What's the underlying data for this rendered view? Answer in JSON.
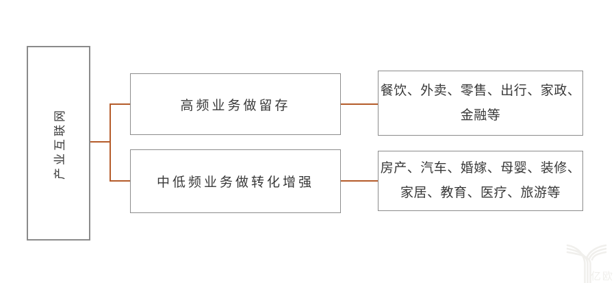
{
  "colors": {
    "background": "#ffffff",
    "border": "#8a8a8a",
    "text": "#383838",
    "connector": "#b45a28",
    "watermark": "#f0efec"
  },
  "diagram": {
    "root_label": "产业互联网",
    "branches": [
      {
        "label": "高频业务做留存",
        "detail": "餐饮、外卖、零售、出行、家政、金融等",
        "detail_lines": [
          "餐饮、外卖、零售、出行、家政、",
          "金融等"
        ]
      },
      {
        "label": "中低频业务做转化增强",
        "detail": "房产、汽车、婚嫁、母婴、装修、家居、教育、医疗、旅游等",
        "detail_lines": [
          "房产、汽车、婚嫁、母婴、装修、",
          "家居、教育、医疗、旅游等"
        ]
      }
    ]
  },
  "watermark": {
    "logo": "yiou-y-logo",
    "text": "亿欧"
  }
}
